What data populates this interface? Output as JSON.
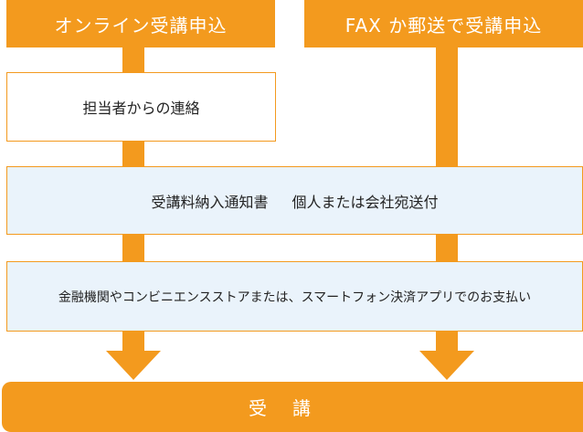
{
  "headers": {
    "online": "オンライン受講申込",
    "fax": "FAX か郵送で受講申込"
  },
  "steps": {
    "contact": "担当者からの連絡",
    "notice_part1": "受講料納入通知書",
    "notice_part2": "個人または会社宛送付",
    "payment": "金融機関やコンビニエンスストアまたは、スマートフォン決済アプリでのお支払い"
  },
  "final": {
    "label": "受講"
  },
  "colors": {
    "accent": "#f39a1e",
    "box_fill": "#eaf3fb"
  }
}
